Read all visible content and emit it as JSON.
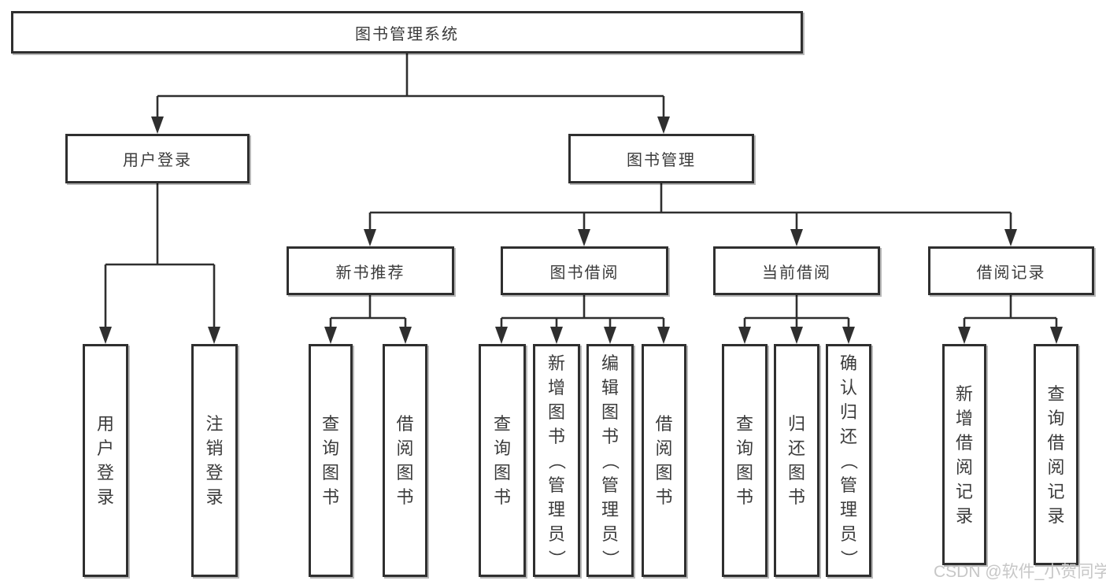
{
  "diagram": {
    "root": {
      "label": "图书管理系统"
    },
    "level1": {
      "user_login": {
        "label": "用户登录"
      },
      "book_management": {
        "label": "图书管理"
      }
    },
    "level2": {
      "new_book_recommend": {
        "label": "新书推荐"
      },
      "book_borrowing": {
        "label": "图书借阅"
      },
      "current_borrowing": {
        "label": "当前借阅"
      },
      "borrow_records": {
        "label": "借阅记录"
      }
    },
    "leaves": {
      "user_login": {
        "label": "用户登录"
      },
      "logout": {
        "label": "注销登录"
      },
      "query_books_recommend": {
        "label": "查询图书"
      },
      "borrow_books_recommend": {
        "label": "借阅图书"
      },
      "query_books_borrowing": {
        "label": "查询图书"
      },
      "add_books_admin": {
        "label": "新增图书（管理员）"
      },
      "edit_books_admin": {
        "label": "编辑图书（管理员）"
      },
      "borrow_books_borrowing": {
        "label": "借阅图书"
      },
      "query_books_current": {
        "label": "查询图书"
      },
      "return_books": {
        "label": "归还图书"
      },
      "confirm_return_admin": {
        "label": "确认归还（管理员）"
      },
      "add_borrow_record": {
        "label": "新增借阅记录"
      },
      "query_borrow_record": {
        "label": "查询借阅记录"
      }
    },
    "watermark": "CSDN @软件_小贺同学",
    "colors": {
      "line": "#2f2f2f",
      "text": "#3b3b3b",
      "watermark": "#c7c7c7",
      "background": "#ffffff"
    }
  }
}
